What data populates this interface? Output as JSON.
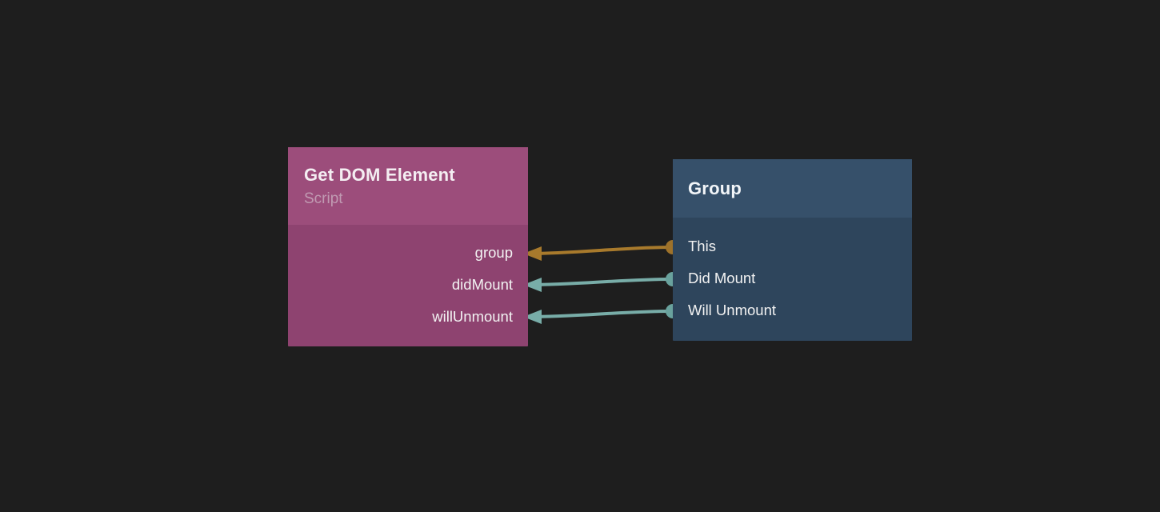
{
  "canvas": {
    "background": "#1e1e1e"
  },
  "nodes": {
    "left": {
      "title": "Get DOM Element",
      "subtitle": "Script",
      "header_color": "#9c4d7b",
      "body_color": "#8e4370",
      "title_color": "#f4eef2",
      "subtitle_color": "#c09ab2",
      "port_text_color": "#f2f2f2",
      "ports": [
        {
          "label": "group"
        },
        {
          "label": "didMount"
        },
        {
          "label": "willUnmount"
        }
      ]
    },
    "right": {
      "title": "Group",
      "header_color": "#36506a",
      "body_color": "#2e455c",
      "title_color": "#f2f5f8",
      "port_text_color": "#f2f2f2",
      "ports": [
        {
          "label": "This"
        },
        {
          "label": "Did Mount"
        },
        {
          "label": "Will Unmount"
        }
      ]
    }
  },
  "connections": [
    {
      "from": "Group.This",
      "to": "Get DOM Element.group",
      "color": "#a87a2c",
      "dot_color": "#9e722a"
    },
    {
      "from": "Group.Did Mount",
      "to": "Get DOM Element.didMount",
      "color": "#78ada8",
      "dot_color": "#69a29d"
    },
    {
      "from": "Group.Will Unmount",
      "to": "Get DOM Element.willUnmount",
      "color": "#78ada8",
      "dot_color": "#69a29d"
    }
  ]
}
